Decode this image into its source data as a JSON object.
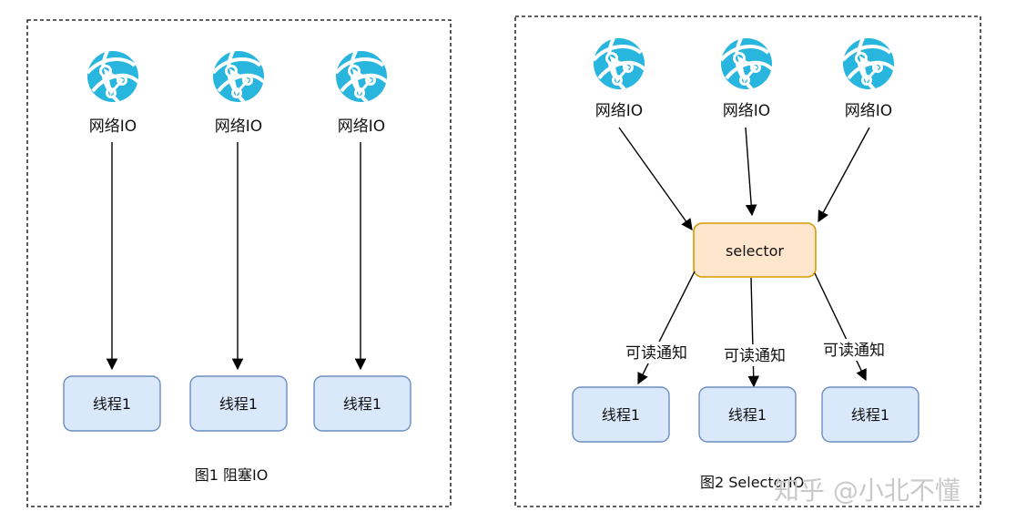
{
  "left_panel": {
    "net_nodes": [
      {
        "label": "网络IO"
      },
      {
        "label": "网络IO"
      },
      {
        "label": "网络IO"
      }
    ],
    "threads": [
      {
        "label": "线程1"
      },
      {
        "label": "线程1"
      },
      {
        "label": "线程1"
      }
    ],
    "caption": "图1 阻塞IO"
  },
  "right_panel": {
    "net_nodes": [
      {
        "label": "网络IO"
      },
      {
        "label": "网络IO"
      },
      {
        "label": "网络IO"
      }
    ],
    "selector": {
      "label": "selector"
    },
    "threads": [
      {
        "label": "线程1"
      },
      {
        "label": "线程1"
      },
      {
        "label": "线程1"
      }
    ],
    "notify_labels": [
      "可读通知",
      "可读通知",
      "可读通知"
    ],
    "caption": "图2 SelectorIO"
  },
  "watermark": "知乎 @小北不懂",
  "colors": {
    "globe": "#29b6de",
    "thread_fill": "#dae8fc",
    "thread_stroke": "#6c8ebf",
    "selector_fill": "#ffe6cc",
    "selector_stroke": "#d79b00"
  }
}
